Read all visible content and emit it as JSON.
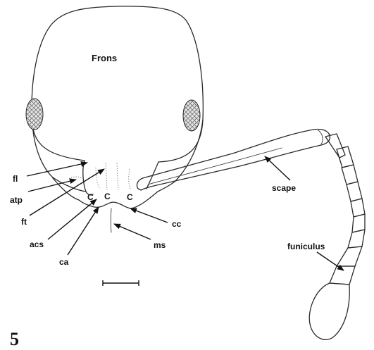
{
  "figure": {
    "number": "5",
    "labels": {
      "frons": "Frons",
      "fl": "fl",
      "atp": "atp",
      "ft": "ft",
      "acs": "acs",
      "ca": "ca",
      "c1": "C",
      "c2": "C",
      "c3": "C",
      "cc": "cc",
      "ms": "ms",
      "scape": "scape",
      "funiculus": "funiculus"
    }
  }
}
